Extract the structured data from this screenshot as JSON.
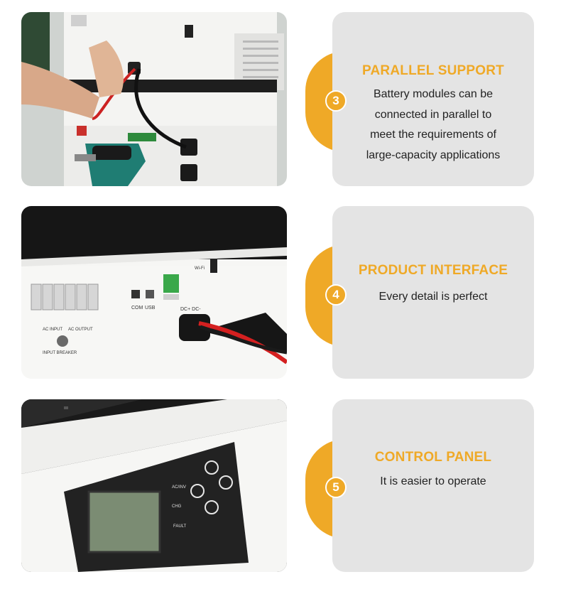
{
  "sections": [
    {
      "number": "3",
      "title": "PARALLEL SUPPORT",
      "lines": [
        "Battery modules can be",
        "connected in parallel to",
        "meet the requirements of",
        "large-capacity applications"
      ],
      "photo_subject": "drill-connecting-battery-cable"
    },
    {
      "number": "4",
      "title": "PRODUCT INTERFACE",
      "lines": [
        "Every detail is perfect"
      ],
      "photo_subject": "io-panel-closeup",
      "photo_labels": {
        "ac_input": "AC INPUT",
        "ac_output": "AC OUTPUT",
        "input_breaker": "INPUT BREAKER",
        "com": "COM",
        "usb": "USB",
        "dc_plus_minus": "DC+ DC-",
        "wifi": "Wi-Fi"
      }
    },
    {
      "number": "5",
      "title": "CONTROL PANEL",
      "lines": [
        "It is easier to operate"
      ],
      "photo_subject": "lcd-control-panel",
      "photo_labels": {
        "ac_inv": "AC/INV",
        "chg": "CHG",
        "fault": "FAULT"
      }
    }
  ],
  "colors": {
    "accent": "#efa927",
    "card_bg": "#e4e4e4",
    "body_text": "#222222"
  },
  "icons": [
    "badge-number-3",
    "badge-number-4",
    "badge-number-5"
  ]
}
